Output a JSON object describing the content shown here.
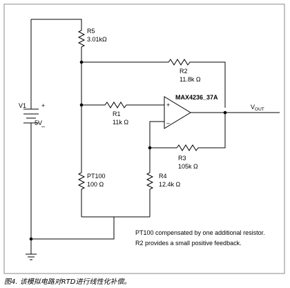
{
  "v1": {
    "name": "V1",
    "plus": "+",
    "minus": "–",
    "value": "5V"
  },
  "r5": {
    "name": "R5",
    "value": "3.01kΩ"
  },
  "r2": {
    "name": "R2",
    "value": "11.8k Ω"
  },
  "r1": {
    "name": "R1",
    "value": "11k Ω"
  },
  "r3": {
    "name": "R3",
    "value": "105k Ω"
  },
  "r4": {
    "name": "R4",
    "value": "12.4k Ω"
  },
  "pt100": {
    "name": "PT100",
    "value": "100 Ω"
  },
  "opamp": {
    "name": "MAX4236_37A",
    "plus": "+",
    "minus": "–"
  },
  "output": {
    "v": "V",
    "sub": "OUT"
  },
  "notes": [
    "PT100 compensated by one additional resistor.",
    "R2 provides a small positive feedback."
  ],
  "caption": "图4. 该模拟电路对RTD进行线性化补偿。"
}
